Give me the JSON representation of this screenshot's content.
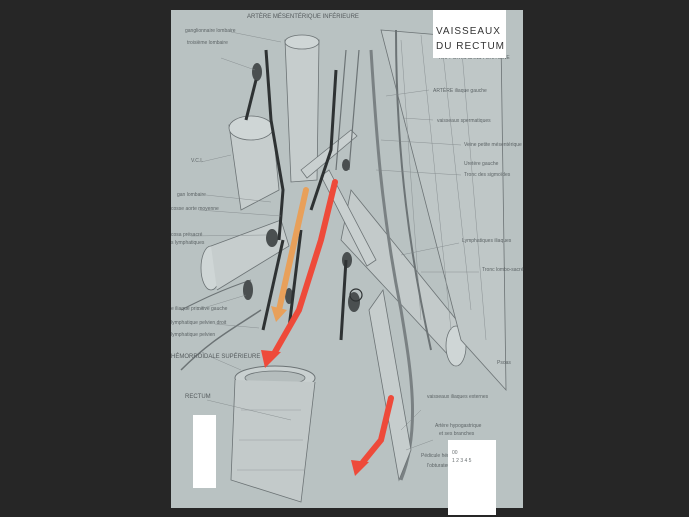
{
  "title": {
    "line1": "VAISSEAUX",
    "line2": "DU RECTUM"
  },
  "labels": {
    "top": "ARTÈRE MÉSENTÉRIQUE INFÉRIEURE",
    "left": [
      "ganglionnaire lombaire",
      "troisième lombaire",
      "V.C.I.",
      "gan lombaire",
      "cosse aorte moyenne",
      "cosa présacré",
      "s lymphatiques",
      "e iliaque primitive gauche",
      "lymphatique pelvien droit",
      "lymphatique pelvien",
      "HÉMORROÏDALE SUPÉRIEURE",
      "RECTUM"
    ],
    "right": [
      "RAPPORTS SANS PÉRITOINE",
      "ARTÈRE iliaque gauche",
      "vaisseaux spermatiques",
      "Veine petite mésentérique",
      "Uretère gauche",
      "Tronc des sigmoïdes",
      "Lymphatiques iliaques",
      "Tronc lombo-sacré",
      "Psoas",
      "vaisseaux iliaques externes",
      "Artère hypogastrique",
      "et ses branches",
      "Pédicule hémorroïdal",
      "l'obturateur"
    ]
  },
  "scale": {
    "top": "00",
    "ticks": "1 2 3 4 5"
  },
  "colors": {
    "background": "#262626",
    "plate": "#b9c2c2",
    "arrow_red": "#ee4a3a",
    "arrow_orange": "#e8a05a",
    "ink": "#5d6466"
  }
}
